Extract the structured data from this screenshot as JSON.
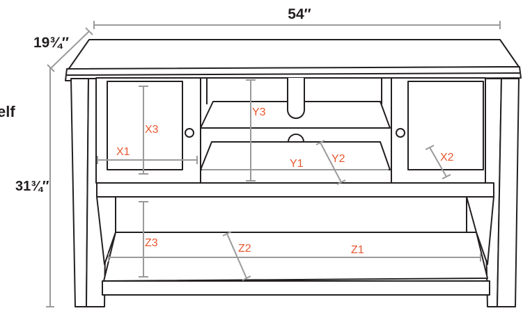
{
  "diagram": {
    "overall_dimensions": {
      "width": "54″",
      "depth": "19¾″",
      "height": "31¾″"
    },
    "cropped_side_text": "elf",
    "measurement_labels": {
      "x1": "X1",
      "x2": "X2",
      "x3": "X3",
      "y1": "Y1",
      "y2": "Y2",
      "y3": "Y3",
      "z1": "Z1",
      "z2": "Z2",
      "z3": "Z3"
    },
    "colors": {
      "outline": "#231f20",
      "dimension_line": "#9a9a9a",
      "measurement_text": "#e8582e",
      "background": "#ffffff"
    }
  }
}
